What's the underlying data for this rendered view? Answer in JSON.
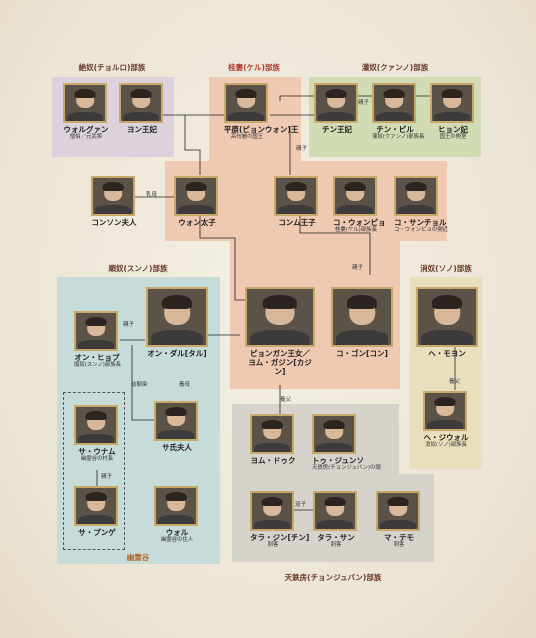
{
  "clans": {
    "cholno": "絶奴(チョルロ)部族",
    "gyeru": "桂婁(ケル)部族",
    "gwanno": "灌奴(クァンノ)部族",
    "sunno": "順奴(スンノ)部族",
    "sono": "消奴(ソノ)部族",
    "cheonju": "天鉄房(チョンジュバン)部族",
    "yuryeonggok": "幽霊谷"
  },
  "people": {
    "woolgwan": {
      "name": "ウォルグァン",
      "role": "僧伯／元武将"
    },
    "yeon": {
      "name": "ヨン王妃",
      "role": ""
    },
    "pyeongwon": {
      "name": "平原(ピョンウォン)王",
      "role": "高句麗の国王"
    },
    "jin": {
      "name": "チン王妃",
      "role": ""
    },
    "jinpil": {
      "name": "チン・ピル",
      "role": "灌奴(クァンノ)部族長"
    },
    "hyeon": {
      "name": "ヒョン妃",
      "role": "国王の側室"
    },
    "konson": {
      "name": "コンソン夫人",
      "role": ""
    },
    "won": {
      "name": "ウォン太子",
      "role": ""
    },
    "komsung": {
      "name": "コンム王子",
      "role": ""
    },
    "kowonpyo": {
      "name": "コ・ウォンピョ",
      "role": "桂婁(ケル)部族長"
    },
    "kosanchol": {
      "name": "コ・サンチョル",
      "role": "コ・ウォンピョの側近"
    },
    "onhyop": {
      "name": "オン・ヒョプ",
      "role": "順奴(スンノ)部族長"
    },
    "ondal": {
      "name": "オン・ダル[タル]",
      "role": ""
    },
    "pyeonggang": {
      "name": "ピョンガン王女／\nヨム・ガジン[カジン]",
      "role": ""
    },
    "kogon": {
      "name": "コ・ゴン[コン]",
      "role": ""
    },
    "hemoon": {
      "name": "ヘ・モヨン",
      "role": ""
    },
    "saunam": {
      "name": "サ・ウナム",
      "role": "幽霊谷の村長"
    },
    "sa": {
      "name": "サ氏夫人",
      "role": ""
    },
    "yomdok": {
      "name": "ヨム・ドゥク",
      "role": ""
    },
    "tujunso": {
      "name": "トゥ・ジュンソ",
      "role": "天鉄房(チョンジュバン)の頭"
    },
    "hejiwol": {
      "name": "ヘ・ジウォル",
      "role": "消奴(ソノ)部族長"
    },
    "sapungdok": {
      "name": "サ・プンゲ",
      "role": ""
    },
    "wol": {
      "name": "ウォル",
      "role": "幽霊谷の住人"
    },
    "tarajin": {
      "name": "タラ・ジン[チン]",
      "role": "刺客"
    },
    "tarasan": {
      "name": "タラ・サン",
      "role": "刺客"
    },
    "matemo": {
      "name": "マ・テモ",
      "role": "刺客"
    }
  },
  "relations": {
    "r1": "親子",
    "r2": "親子",
    "r3": "乳母",
    "r4": "親子",
    "r5": "親子",
    "r6": "幼馴染",
    "r7": "養母",
    "r8": "養父",
    "r9": "養父",
    "r10": "親子",
    "r11": "双子"
  },
  "colors": {
    "cholno": "#dcd2dc",
    "gyeru": "#efc9b2",
    "gwanno": "#d2dcb4",
    "sunno": "#c7dbd8",
    "sono": "#e8dfbd",
    "cheonju": "#d6d3cd"
  }
}
